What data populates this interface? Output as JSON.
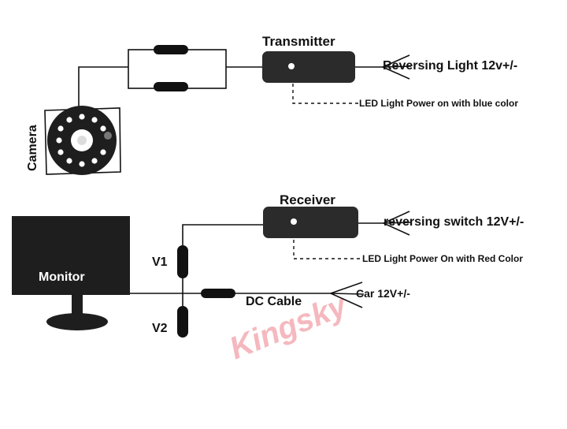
{
  "transmitter": {
    "title": "Transmitter",
    "signal_label": "Reversing Light 12v+/-",
    "led_note": "LED Light Power on with blue color"
  },
  "camera": {
    "label": "Camera"
  },
  "receiver": {
    "title": "Receiver",
    "signal_label": "reversing switch 12V+/-",
    "led_note": "LED Light Power On with Red Color"
  },
  "monitor": {
    "label": "Monitor"
  },
  "wiring": {
    "v1_label": "V1",
    "v2_label": "V2",
    "dc_cable_label": "DC Cable",
    "car_power_label": "Car 12V+/-"
  },
  "watermark": {
    "text": "Kingsky",
    "color": "#f2a0a8"
  },
  "colors": {
    "stroke": "#111111",
    "box_fill": "#2b2b2b",
    "led_dot": "#ffffff"
  }
}
